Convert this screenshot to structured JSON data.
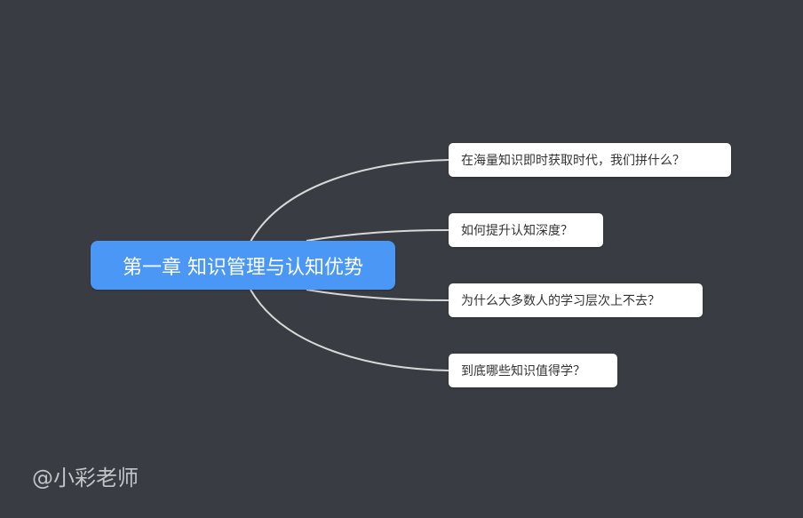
{
  "mindmap": {
    "root": {
      "label": "第一章 知识管理与认知优势",
      "color": "#4a97f5"
    },
    "children": [
      {
        "label": "在海量知识即时获取时代，我们拼什么？"
      },
      {
        "label": "如何提升认知深度？"
      },
      {
        "label": "为什么大多数人的学习层次上不去？"
      },
      {
        "label": "到底哪些知识值得学？"
      }
    ]
  },
  "watermark": {
    "text": "@小彩老师"
  },
  "colors": {
    "background": "#393c42",
    "connector": "#d8d8d8",
    "node_background": "#ffffff",
    "node_text": "#333333"
  }
}
